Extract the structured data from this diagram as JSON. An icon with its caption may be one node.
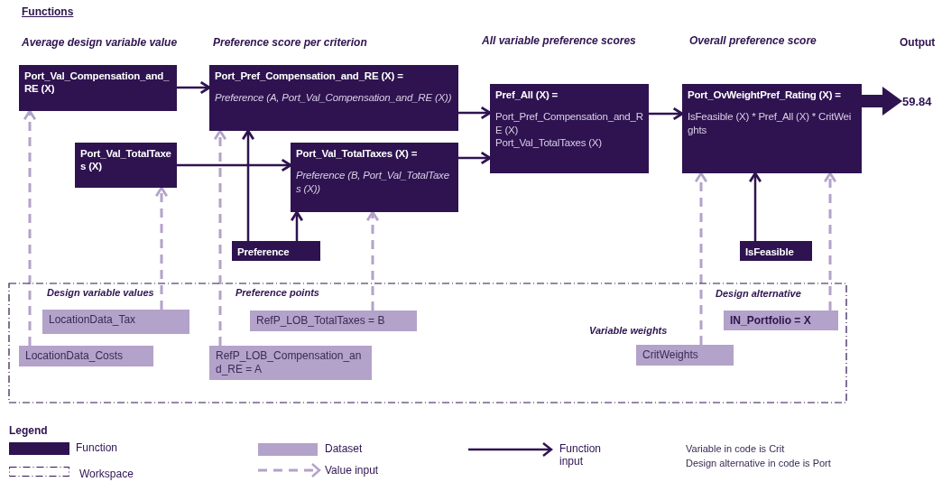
{
  "diagram": {
    "title": "Functions",
    "nodes": [
      {
        "text": [
          "Port_Val_Compensation_and_RE (X)"
        ]
      },
      {
        "text": [
          "Port_Pref_Compensation_and_RE (X) =",
          "Preference (A, Port_Val_Compensation_and_RE (X))"
        ]
      },
      {
        "text": [
          "Port_Val_TotalTaxes (X)"
        ]
      },
      {
        "text": [
          "Port_Val_TotalTaxes (X) =",
          "Preference (B, Port_Val_TotalTaxes (X))"
        ]
      },
      {
        "text": [
          "Preference"
        ]
      },
      {
        "text": [
          "Pref_All (X) =",
          "Port_Pref_Compensation_and_RE (X)",
          "Port_Val_TotalTaxes (X)"
        ]
      },
      {
        "text": [
          "Port_OvWeightPref_Rating (X) =",
          "IsFeasible (X) * Pref_All (X) * CritWeights"
        ]
      },
      {
        "text": [
          "IsFeasible"
        ]
      },
      {
        "text": [
          "59.84"
        ]
      },
      {
        "text": [],
        "shape": "box"
      },
      {
        "text": [
          "LocationData_Tax"
        ],
        "in": 9
      },
      {
        "text": [
          "LocationData_Costs"
        ],
        "in": 9
      },
      {
        "text": [
          "RefP_LOB_TotalTaxes = B"
        ],
        "in": 9
      },
      {
        "text": [
          "RefP_LOB_Compensation_and_RE = A"
        ],
        "in": 9
      },
      {
        "text": [
          "CritWeights"
        ],
        "in": 9
      },
      {
        "text": [
          "IN_Portfolio = X"
        ],
        "in": 9
      }
    ],
    "edges": [
      {
        "from": 0,
        "to": 1,
        "arrow": "to"
      },
      {
        "from": 2,
        "to": 3,
        "arrow": "to"
      },
      {
        "from": 1,
        "to": 5,
        "arrow": "to"
      },
      {
        "from": 3,
        "to": 5,
        "arrow": "to"
      },
      {
        "from": 5,
        "to": 6,
        "arrow": "to"
      },
      {
        "from": 6,
        "to": 8,
        "arrow": "to",
        "style": "thick"
      },
      {
        "from": 4,
        "to": 1,
        "arrow": "to"
      },
      {
        "from": 4,
        "to": 3,
        "arrow": "to"
      },
      {
        "from": 7,
        "to": 6,
        "arrow": "to"
      },
      {
        "from": 11,
        "to": 0,
        "arrow": "to",
        "style": "dashed",
        "color": "#b3a2c9"
      },
      {
        "from": 10,
        "to": 2,
        "arrow": "to",
        "style": "dashed",
        "color": "#b3a2c9"
      },
      {
        "from": 13,
        "to": 1,
        "arrow": "to",
        "style": "dashed",
        "color": "#b3a2c9"
      },
      {
        "from": 12,
        "to": 3,
        "arrow": "to",
        "style": "dashed",
        "color": "#b3a2c9"
      },
      {
        "from": 14,
        "to": 6,
        "arrow": "to",
        "style": "dashed",
        "color": "#b3a2c9"
      },
      {
        "from": 15,
        "to": 6,
        "arrow": "to",
        "style": "dashed",
        "color": "#b3a2c9"
      }
    ],
    "labels": [
      "Average design variable value",
      "Preference score per criterion",
      "All variable preference scores",
      "Overall preference score",
      "Output",
      "Design variable values",
      "Preference points",
      "Design alternative",
      "Variable weights",
      "Legend",
      "Variable in code is Crit",
      "Design alternative in code is Port"
    ],
    "legend": [
      {
        "text": "Function",
        "color": "#2e1350"
      },
      {
        "text": "Workspace"
      },
      {
        "text": "Dataset",
        "color": "#b3a2c9"
      },
      {
        "text": "Value input"
      },
      {
        "text": "Function input"
      }
    ]
  }
}
